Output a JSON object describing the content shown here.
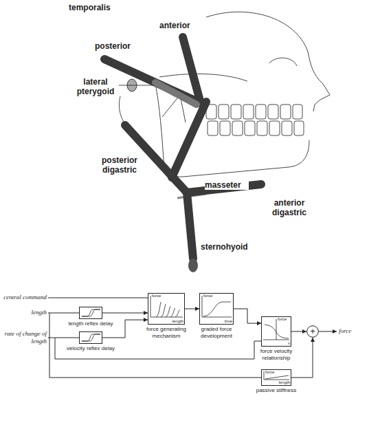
{
  "diagram": {
    "nodes": [
      {
        "text": [
          "length reflex delay"
        ]
      },
      {
        "text": [
          "velocity reflex delay"
        ]
      },
      {
        "text": [
          "force",
          "length",
          "force generating mechanism"
        ]
      },
      {
        "text": [
          "force",
          "time",
          "graded force development"
        ]
      },
      {
        "text": [
          "force",
          "v",
          "force velocity relationship"
        ]
      },
      {
        "text": [
          "force",
          "length",
          "passive stiffness"
        ]
      },
      {
        "text": [
          "+"
        ]
      }
    ],
    "edges": [
      {
        "from": 0,
        "to": 2,
        "arrow": "to"
      },
      {
        "from": 1,
        "to": 2,
        "arrow": "to"
      },
      {
        "from": 2,
        "to": 3,
        "arrow": "to"
      },
      {
        "from": 3,
        "to": 4,
        "arrow": "to"
      },
      {
        "from": 4,
        "to": 6,
        "arrow": "to"
      },
      {
        "from": 5,
        "to": 6,
        "arrow": "to"
      }
    ],
    "labels": [
      "temporalis",
      "anterior",
      "posterior",
      "lateral pterygoid",
      "masseter",
      "posterior digastric",
      "anterior digastric",
      "sternohyoid",
      "central command",
      "length",
      "rate of change of length",
      "force"
    ]
  }
}
